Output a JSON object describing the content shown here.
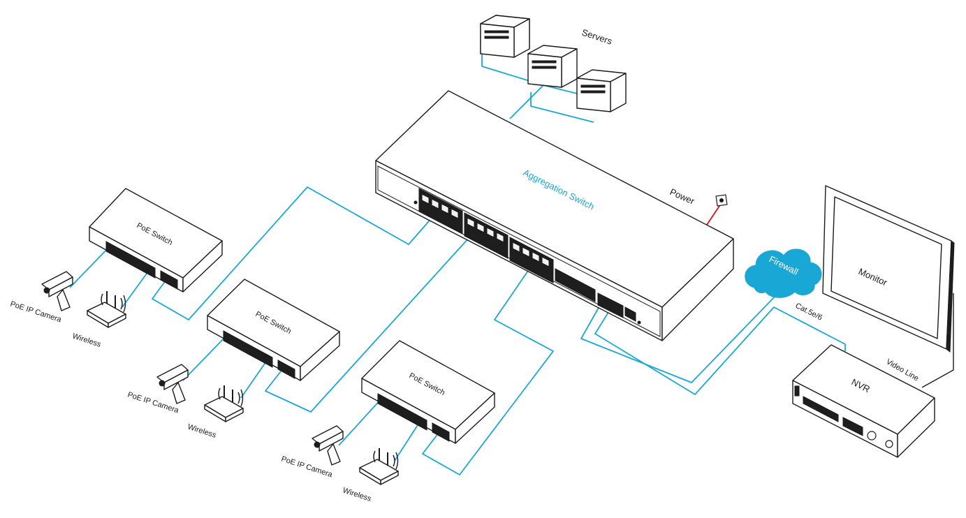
{
  "labels": {
    "servers": "Servers",
    "aggregation_switch": "Aggregation Switch",
    "power": "Power",
    "monitor": "Monitor",
    "firewall": "Firewall",
    "nvr": "NVR",
    "cat": "Cat.5e/6",
    "video_line": "Video Line"
  },
  "poe_groups": [
    {
      "switch": "PoE Switch",
      "camera": "PoE IP Camera",
      "wireless": "Wireless"
    },
    {
      "switch": "PoE Switch",
      "camera": "PoE IP Camera",
      "wireless": "Wireless"
    },
    {
      "switch": "PoE Switch",
      "camera": "PoE IP Camera",
      "wireless": "Wireless"
    }
  ],
  "colors": {
    "cable": "#19a7d6",
    "power_cable": "#d61f26",
    "firewall_cloud": "#19a7d6",
    "outline": "#1a1a1a"
  }
}
